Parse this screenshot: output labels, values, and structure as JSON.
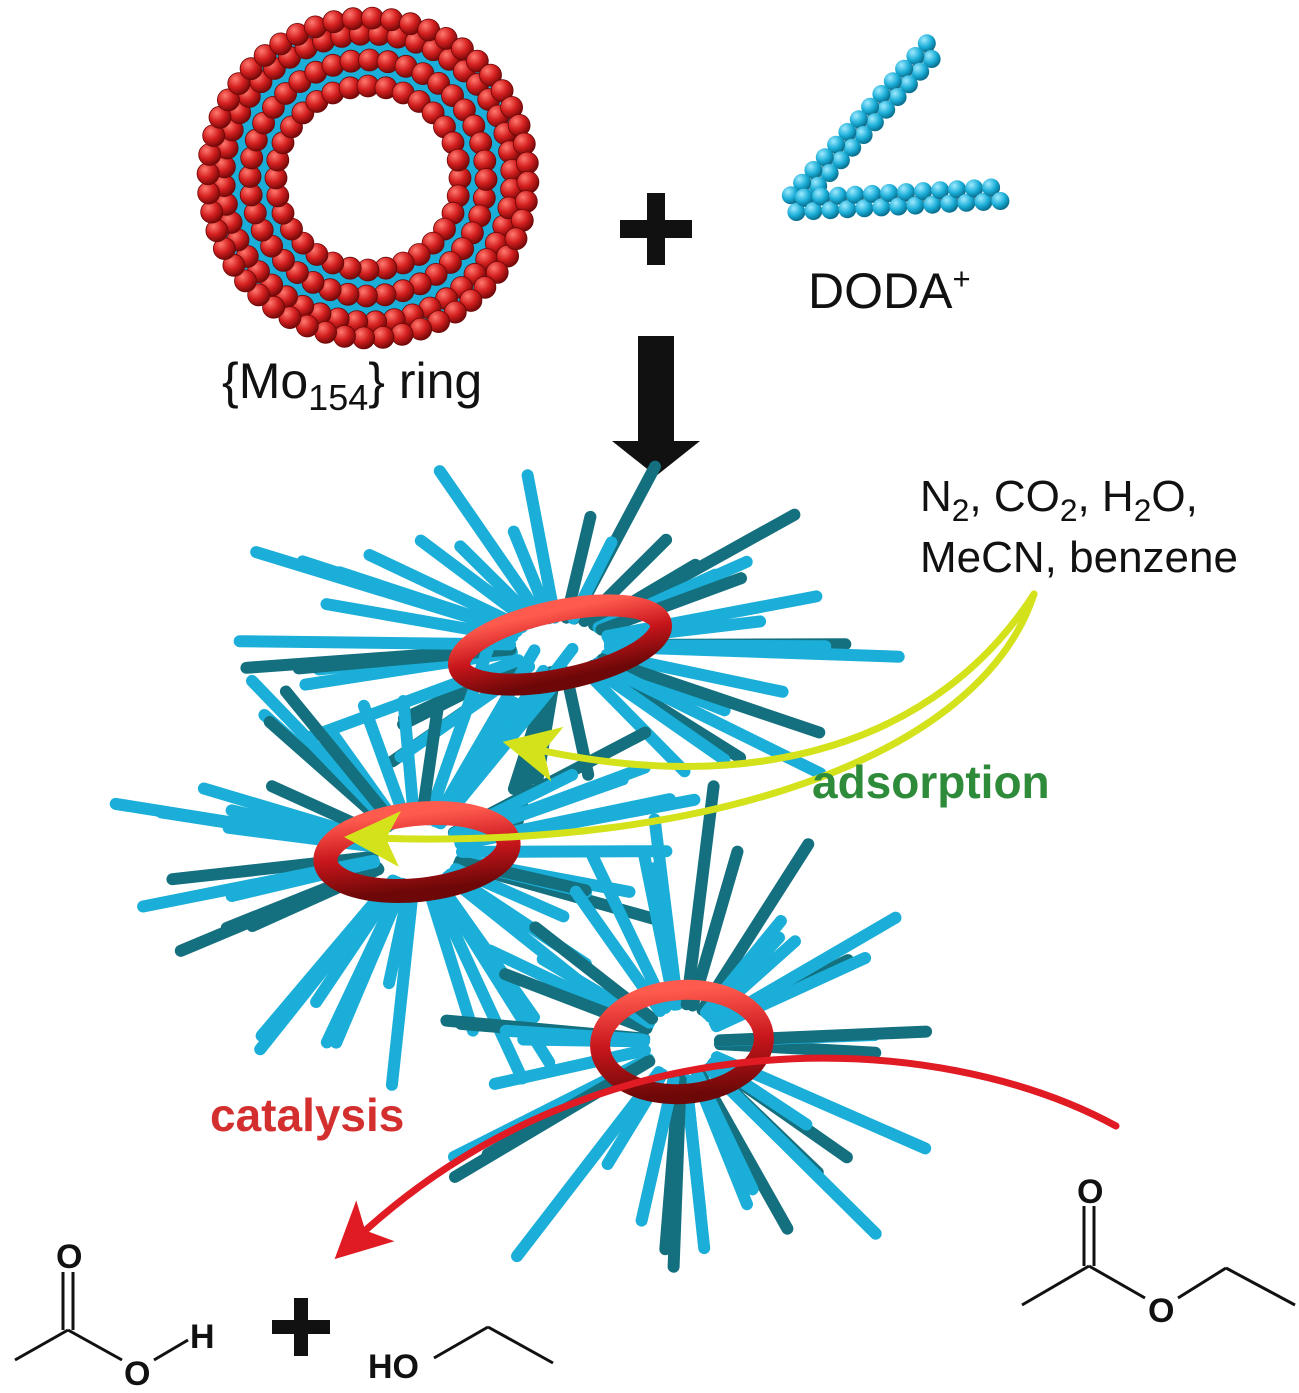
{
  "labels": {
    "mo_ring": "{Mo154} ring",
    "doda": "DODA+",
    "gases_line1": "N2, CO2, H2O,",
    "gases_line2": "MeCN, benzene",
    "adsorption": "adsorption",
    "catalysis": "catalysis"
  },
  "chem_atoms": {
    "o": "O",
    "h": "H",
    "ho": "HO"
  },
  "colors": {
    "ring_red": "#c8161c",
    "chain_cyan": "#1aaed8",
    "chain_dark": "#14707e",
    "adsorption_arrow": "#d3e21b",
    "adsorption_text": "#2e8b3a",
    "catalysis_arrow": "#e01b24",
    "catalysis_text": "#d32f2f"
  }
}
